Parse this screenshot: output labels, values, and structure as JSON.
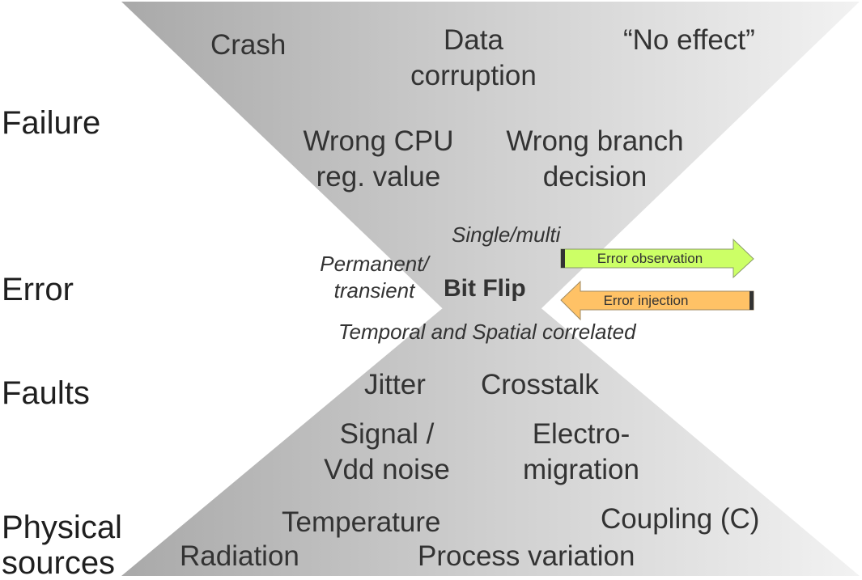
{
  "levels": {
    "failure": "Failure",
    "error": "Error",
    "faults": "Faults",
    "physical_sources": [
      "Physical",
      "sources"
    ]
  },
  "failure_items": {
    "crash": "Crash",
    "data_corruption": [
      "Data",
      "corruption"
    ],
    "no_effect": "“No effect”",
    "wrong_cpu": [
      "Wrong CPU",
      "reg. value"
    ],
    "wrong_branch": [
      "Wrong branch",
      "decision"
    ]
  },
  "error_items": {
    "single_multi": "Single/multi",
    "permanent_transient": [
      "Permanent/",
      "transient"
    ],
    "bit_flip": "Bit Flip",
    "temporal_spatial": "Temporal and Spatial correlated"
  },
  "arrows": {
    "observation": {
      "label": "Error observation",
      "color": "#ccff66"
    },
    "injection": {
      "label": "Error injection",
      "color": "#ffc266"
    }
  },
  "fault_items": {
    "jitter": "Jitter",
    "crosstalk": "Crosstalk",
    "signal_noise": [
      "Signal /",
      "Vdd noise"
    ],
    "electromigration": [
      "Electro-",
      "migration"
    ]
  },
  "physical_items": {
    "temperature": "Temperature",
    "coupling": "Coupling (C)",
    "radiation": "Radiation",
    "process_variation": "Process variation"
  }
}
